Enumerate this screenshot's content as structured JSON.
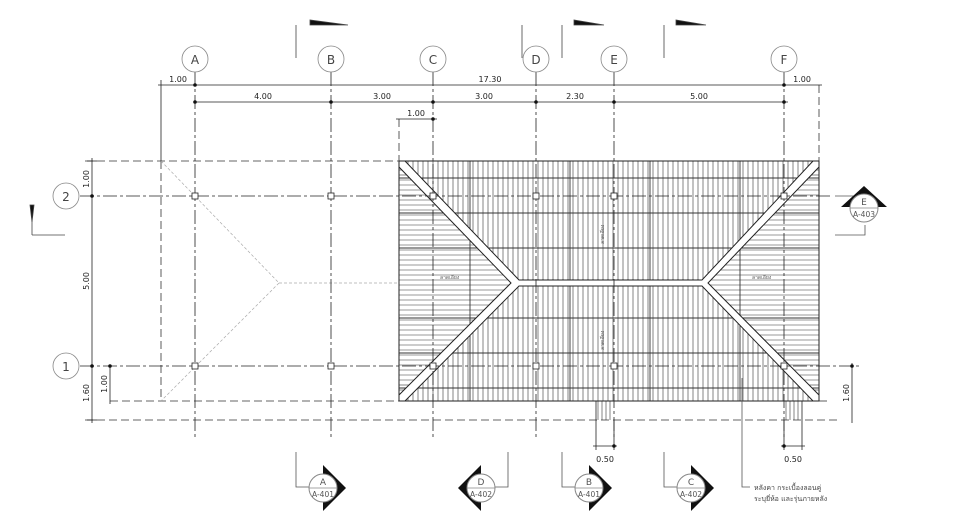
{
  "grid": {
    "columns": [
      "A",
      "B",
      "C",
      "D",
      "E",
      "F"
    ],
    "rows": [
      "2",
      "1"
    ]
  },
  "dimensions": {
    "overall": "17.30",
    "left_overhang": "1.00",
    "right_overhang": "1.00",
    "spans": [
      "4.00",
      "3.00",
      "3.00",
      "2.30",
      "5.00"
    ],
    "eave_offset": "1.00",
    "left_top": "1.00",
    "left_mid": "5.00",
    "left_bottom": "1.60",
    "left_inner": "1.00",
    "right_bottom": "1.60",
    "bottom_left": "0.50",
    "bottom_right": "0.50"
  },
  "sections": {
    "A": {
      "id": "A",
      "sheet": "A-401"
    },
    "D": {
      "id": "D",
      "sheet": "A-402"
    },
    "B": {
      "id": "B",
      "sheet": "A-401"
    },
    "C": {
      "id": "C",
      "sheet": "A-402"
    },
    "E": {
      "id": "E",
      "sheet": "A-403"
    }
  },
  "roof_slope_label": "ลาดเอียง",
  "note": {
    "line1": "หลังคา กระเบื้องลอนคู่",
    "line2": "ระบุยี่ห้อ และรุ่นภายหลัง"
  },
  "colors": {
    "line": "#222222",
    "dash": "#333333",
    "light": "#aaaaaa"
  }
}
